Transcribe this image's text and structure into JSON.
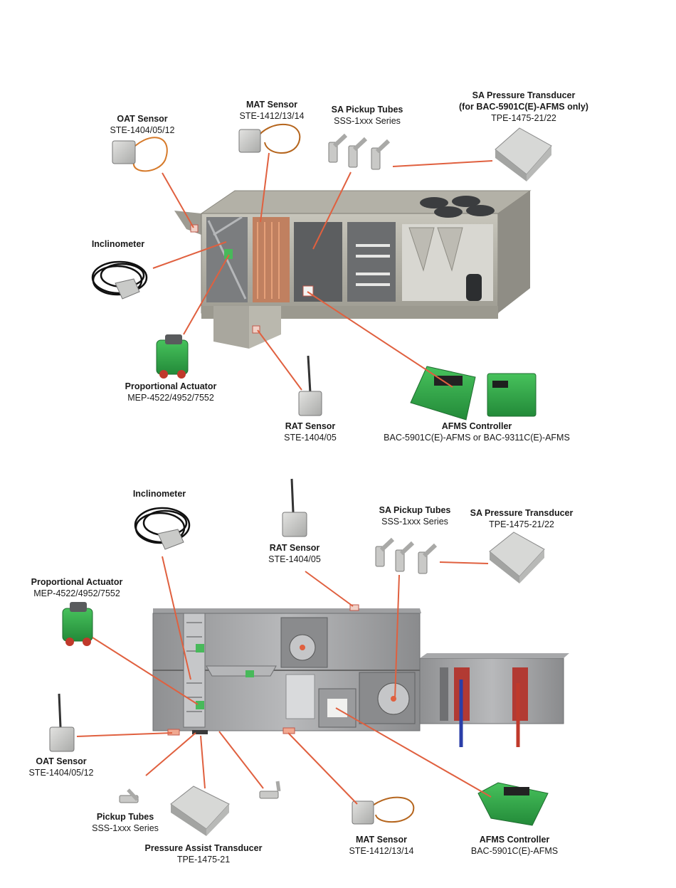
{
  "colors": {
    "leader": "#e0603f",
    "controller_green": "#2fa84a",
    "housing": "#b9b6aa",
    "sensor_gray": "#8c8d8b"
  },
  "top_diagram": {
    "labels": {
      "oat_sensor": {
        "title": "OAT Sensor",
        "model": "STE-1404/05/12"
      },
      "mat_sensor": {
        "title": "MAT Sensor",
        "model": "STE-1412/13/14"
      },
      "sa_pickup_tubes": {
        "title": "SA Pickup Tubes",
        "model": "SSS-1xxx Series"
      },
      "sa_pressure_transducer": {
        "title": "SA Pressure Transducer",
        "title2": "(for BAC-5901C(E)-AFMS only)",
        "model": "TPE-1475-21/22"
      },
      "inclinometer": {
        "title": "Inclinometer"
      },
      "proportional_actuator": {
        "title": "Proportional Actuator",
        "model": "MEP-4522/4952/7552"
      },
      "rat_sensor": {
        "title": "RAT Sensor",
        "model": "STE-1404/05"
      },
      "afms_controller": {
        "title": "AFMS Controller",
        "model": "BAC-5901C(E)-AFMS or BAC-9311C(E)-AFMS"
      }
    }
  },
  "bottom_diagram": {
    "labels": {
      "inclinometer": {
        "title": "Inclinometer"
      },
      "rat_sensor": {
        "title": "RAT Sensor",
        "model": "STE-1404/05"
      },
      "sa_pickup_tubes": {
        "title": "SA Pickup Tubes",
        "model": "SSS-1xxx Series"
      },
      "sa_pressure_transducer": {
        "title": "SA Pressure Transducer",
        "model": "TPE-1475-21/22"
      },
      "proportional_actuator": {
        "title": "Proportional Actuator",
        "model": "MEP-4522/4952/7552"
      },
      "oat_sensor": {
        "title": "OAT Sensor",
        "model": "STE-1404/05/12"
      },
      "pickup_tubes": {
        "title": "Pickup Tubes",
        "model": "SSS-1xxx Series"
      },
      "pressure_assist_transducer": {
        "title": "Pressure Assist Transducer",
        "model": "TPE-1475-21"
      },
      "mat_sensor": {
        "title": "MAT Sensor",
        "model": "STE-1412/13/14"
      },
      "afms_controller": {
        "title": "AFMS Controller",
        "model": "BAC-5901C(E)-AFMS"
      }
    }
  }
}
